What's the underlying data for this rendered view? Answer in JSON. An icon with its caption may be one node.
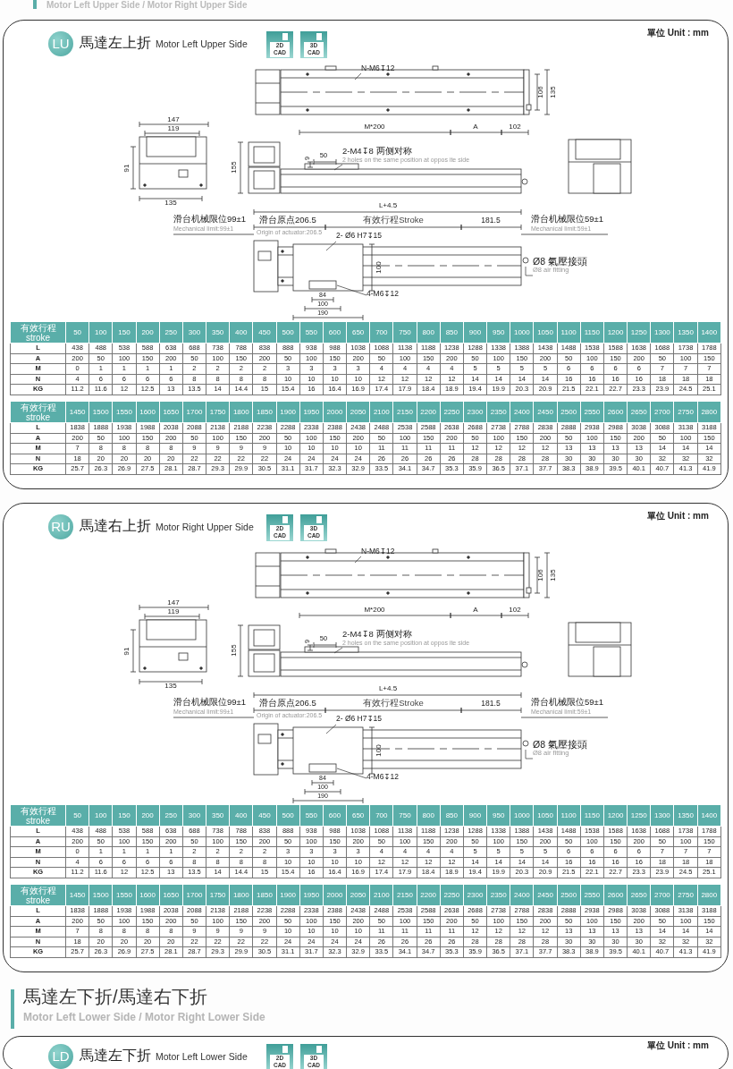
{
  "diagram": {
    "nodes": [
      {
        "text": [
          "馬達左上折",
          "Motor Left Upper Side",
          "單位 Unit : mm"
        ]
      },
      {
        "text": [
          "LU"
        ],
        "in": 0
      },
      {
        "text": [
          "2D CAD"
        ],
        "in": 0
      },
      {
        "text": [
          "3D CAD"
        ],
        "in": 0
      },
      {
        "text": [
          "N-M6↧12"
        ],
        "in": 0
      },
      {
        "text": [
          "2-M4↧8 两侧对称",
          "2 holes on the same position at oppos ite side"
        ],
        "in": 0
      },
      {
        "text": [
          "2- Ø6 H7↧15"
        ],
        "in": 0
      },
      {
        "text": [
          "4-M6↧12"
        ],
        "in": 0
      },
      {
        "text": [
          "Ø8 氣壓接頭",
          "Ø8 air fitting"
        ],
        "in": 0
      },
      {
        "text": [
          "馬達右上折",
          "Motor Right Upper Side",
          "單位 Unit : mm"
        ]
      },
      {
        "text": [
          "RU"
        ],
        "in": 9
      },
      {
        "text": [
          "2D CAD"
        ],
        "in": 9
      },
      {
        "text": [
          "3D CAD"
        ],
        "in": 9
      },
      {
        "text": [
          "N-M6↧12"
        ],
        "in": 9
      },
      {
        "text": [
          "2-M4↧8 两侧对称",
          "2 holes on the same position at oppos ite side"
        ],
        "in": 9
      },
      {
        "text": [
          "2- Ø6 H7↧15"
        ],
        "in": 9
      },
      {
        "text": [
          "4-M6↧12"
        ],
        "in": 9
      },
      {
        "text": [
          "Ø8 氣壓接頭",
          "Ø8 air fitting"
        ],
        "in": 9
      },
      {
        "text": [
          "馬達左下折",
          "Motor Left Lower Side",
          "單位 Unit : mm"
        ]
      },
      {
        "text": [
          "LD"
        ],
        "in": 18
      },
      {
        "text": [
          "2D CAD"
        ],
        "in": 18
      },
      {
        "text": [
          "3D CAD"
        ],
        "in": 18
      }
    ],
    "edges": [
      {
        "from": 4,
        "to": null,
        "arrow": "none"
      },
      {
        "from": 5,
        "to": null,
        "arrow": "none"
      },
      {
        "from": 6,
        "to": null,
        "arrow": "none"
      },
      {
        "from": 7,
        "to": null,
        "arrow": "none"
      },
      {
        "from": 8,
        "to": null,
        "arrow": "none"
      },
      {
        "from": 13,
        "to": null,
        "arrow": "none"
      },
      {
        "from": 14,
        "to": null,
        "arrow": "none"
      },
      {
        "from": 15,
        "to": null,
        "arrow": "none"
      },
      {
        "from": 16,
        "to": null,
        "arrow": "none"
      },
      {
        "from": 17,
        "to": null,
        "arrow": "none"
      }
    ],
    "labels": [
      "Motor Left Upper Side / Motor Right Upper Side",
      "147",
      "119",
      "91",
      "135",
      "106",
      "135",
      "M*200",
      "A",
      "102",
      "155",
      "9",
      "50",
      "L+4.5",
      "滑台机械限位99±1",
      "Mechanical limit:99±1",
      "滑台原点206.5",
      "Origin of actuator:206.5",
      "有效行程Stroke",
      "181.5",
      "滑台机械限位59±1",
      "Mechanical limit:59±1",
      "100",
      "84",
      "100",
      "190",
      "有效行程 stroke",
      "50",
      "100",
      "150",
      "200",
      "250",
      "300",
      "350",
      "400",
      "450",
      "500",
      "550",
      "600",
      "650",
      "700",
      "750",
      "800",
      "850",
      "900",
      "950",
      "1000",
      "1050",
      "1100",
      "1150",
      "1200",
      "1250",
      "1300",
      "1350",
      "1400",
      "L",
      "438",
      "488",
      "538",
      "588",
      "638",
      "688",
      "738",
      "788",
      "838",
      "888",
      "938",
      "988",
      "1038",
      "1088",
      "1138",
      "1188",
      "1238",
      "1288",
      "1338",
      "1388",
      "1438",
      "1488",
      "1538",
      "1588",
      "1638",
      "1688",
      "1738",
      "1788",
      "A",
      "200",
      "50",
      "100",
      "150",
      "200",
      "50",
      "100",
      "150",
      "200",
      "50",
      "100",
      "150",
      "200",
      "50",
      "100",
      "150",
      "200",
      "50",
      "100",
      "150",
      "200",
      "50",
      "100",
      "150",
      "200",
      "50",
      "100",
      "150",
      "M",
      "0",
      "1",
      "1",
      "1",
      "1",
      "2",
      "2",
      "2",
      "2",
      "3",
      "3",
      "3",
      "3",
      "4",
      "4",
      "4",
      "4",
      "5",
      "5",
      "5",
      "5",
      "6",
      "6",
      "6",
      "6",
      "7",
      "7",
      "7",
      "N",
      "4",
      "6",
      "6",
      "6",
      "6",
      "8",
      "8",
      "8",
      "8",
      "10",
      "10",
      "10",
      "10",
      "12",
      "12",
      "12",
      "12",
      "14",
      "14",
      "14",
      "14",
      "16",
      "16",
      "16",
      "16",
      "18",
      "18",
      "18",
      "KG",
      "11.2",
      "11.6",
      "12",
      "12.5",
      "13",
      "13.5",
      "14",
      "14.4",
      "15",
      "15.4",
      "16",
      "16.4",
      "16.9",
      "17.4",
      "17.9",
      "18.4",
      "18.9",
      "19.4",
      "19.9",
      "20.3",
      "20.9",
      "21.5",
      "22.1",
      "22.7",
      "23.3",
      "23.9",
      "24.5",
      "25.1",
      "有效行程 stroke",
      "1450",
      "1500",
      "1550",
      "1600",
      "1650",
      "1700",
      "1750",
      "1800",
      "1850",
      "1900",
      "1950",
      "2000",
      "2050",
      "2100",
      "2150",
      "2200",
      "2250",
      "2300",
      "2350",
      "2400",
      "2450",
      "2500",
      "2550",
      "2600",
      "2650",
      "2700",
      "2750",
      "2800",
      "L",
      "1838",
      "1888",
      "1938",
      "1988",
      "2038",
      "2088",
      "2138",
      "2188",
      "2238",
      "2288",
      "2338",
      "2388",
      "2438",
      "2488",
      "2538",
      "2588",
      "2638",
      "2688",
      "2738",
      "2788",
      "2838",
      "2888",
      "2938",
      "2988",
      "3038",
      "3088",
      "3138",
      "3188",
      "A",
      "200",
      "50",
      "100",
      "150",
      "200",
      "50",
      "100",
      "150",
      "200",
      "50",
      "100",
      "150",
      "200",
      "50",
      "100",
      "150",
      "200",
      "50",
      "100",
      "150",
      "200",
      "50",
      "100",
      "150",
      "200",
      "50",
      "100",
      "150",
      "M",
      "7",
      "8",
      "8",
      "8",
      "8",
      "9",
      "9",
      "9",
      "9",
      "10",
      "10",
      "10",
      "10",
      "11",
      "11",
      "11",
      "11",
      "12",
      "12",
      "12",
      "12",
      "13",
      "13",
      "13",
      "13",
      "14",
      "14",
      "14",
      "N",
      "18",
      "20",
      "20",
      "20",
      "20",
      "22",
      "22",
      "22",
      "22",
      "24",
      "24",
      "24",
      "24",
      "26",
      "26",
      "26",
      "26",
      "28",
      "28",
      "28",
      "28",
      "30",
      "30",
      "30",
      "30",
      "32",
      "32",
      "32",
      "KG",
      "25.7",
      "26.3",
      "26.9",
      "27.5",
      "28.1",
      "28.7",
      "29.3",
      "29.9",
      "30.5",
      "31.1",
      "31.7",
      "32.3",
      "32.9",
      "33.5",
      "34.1",
      "34.7",
      "35.3",
      "35.9",
      "36.5",
      "37.1",
      "37.7",
      "38.3",
      "38.9",
      "39.5",
      "40.1",
      "40.7",
      "41.3",
      "41.9",
      "147",
      "119",
      "91",
      "135",
      "106",
      "135",
      "M*200",
      "A",
      "102",
      "155",
      "9",
      "50",
      "L+4.5",
      "滑台机械限位99±1",
      "Mechanical limit:99±1",
      "滑台原点206.5",
      "Origin of actuator:206.5",
      "有效行程Stroke",
      "181.5",
      "滑台机械限位59±1",
      "Mechanical limit:59±1",
      "100",
      "84",
      "100",
      "190",
      "有效行程 stroke",
      "50",
      "100",
      "150",
      "200",
      "250",
      "300",
      "350",
      "400",
      "450",
      "500",
      "550",
      "600",
      "650",
      "700",
      "750",
      "800",
      "850",
      "900",
      "950",
      "1000",
      "1050",
      "1100",
      "1150",
      "1200",
      "1250",
      "1300",
      "1350",
      "1400",
      "L",
      "438",
      "488",
      "538",
      "588",
      "638",
      "688",
      "738",
      "788",
      "838",
      "888",
      "938",
      "988",
      "1038",
      "1088",
      "1138",
      "1188",
      "1238",
      "1288",
      "1338",
      "1388",
      "1438",
      "1488",
      "1538",
      "1588",
      "1638",
      "1688",
      "1738",
      "1788",
      "A",
      "200",
      "50",
      "100",
      "150",
      "200",
      "50",
      "100",
      "150",
      "200",
      "50",
      "100",
      "150",
      "200",
      "50",
      "100",
      "150",
      "200",
      "50",
      "100",
      "150",
      "200",
      "50",
      "100",
      "150",
      "200",
      "50",
      "100",
      "150",
      "M",
      "0",
      "1",
      "1",
      "1",
      "1",
      "2",
      "2",
      "2",
      "2",
      "3",
      "3",
      "3",
      "3",
      "4",
      "4",
      "4",
      "4",
      "5",
      "5",
      "5",
      "5",
      "6",
      "6",
      "6",
      "6",
      "7",
      "7",
      "7",
      "N",
      "4",
      "6",
      "6",
      "6",
      "6",
      "8",
      "8",
      "8",
      "8",
      "10",
      "10",
      "10",
      "10",
      "12",
      "12",
      "12",
      "12",
      "14",
      "14",
      "14",
      "14",
      "16",
      "16",
      "16",
      "16",
      "18",
      "18",
      "18",
      "KG",
      "11.2",
      "11.6",
      "12",
      "12.5",
      "13",
      "13.5",
      "14",
      "14.4",
      "15",
      "15.4",
      "16",
      "16.4",
      "16.9",
      "17.4",
      "17.9",
      "18.4",
      "18.9",
      "19.4",
      "19.9",
      "20.3",
      "20.9",
      "21.5",
      "22.1",
      "22.7",
      "23.3",
      "23.9",
      "24.5",
      "25.1",
      "有效行程 stroke",
      "1450",
      "1500",
      "1550",
      "1600",
      "1650",
      "1700",
      "1750",
      "1800",
      "1850",
      "1900",
      "1950",
      "2000",
      "2050",
      "2100",
      "2150",
      "2200",
      "2250",
      "2300",
      "2350",
      "2400",
      "2450",
      "2500",
      "2550",
      "2600",
      "2650",
      "2700",
      "2750",
      "2800",
      "L",
      "1838",
      "1888",
      "1938",
      "1988",
      "2038",
      "2088",
      "2138",
      "2188",
      "2238",
      "2288",
      "2338",
      "2388",
      "2438",
      "2488",
      "2538",
      "2588",
      "2638",
      "2688",
      "2738",
      "2788",
      "2838",
      "2888",
      "2938",
      "2988",
      "3038",
      "3088",
      "3138",
      "3188",
      "A",
      "200",
      "50",
      "100",
      "150",
      "200",
      "50",
      "100",
      "150",
      "200",
      "50",
      "100",
      "150",
      "200",
      "50",
      "100",
      "150",
      "200",
      "50",
      "100",
      "150",
      "200",
      "50",
      "100",
      "150",
      "200",
      "50",
      "100",
      "150",
      "M",
      "7",
      "8",
      "8",
      "8",
      "8",
      "9",
      "9",
      "9",
      "9",
      "10",
      "10",
      "10",
      "10",
      "11",
      "11",
      "11",
      "11",
      "12",
      "12",
      "12",
      "12",
      "13",
      "13",
      "13",
      "13",
      "14",
      "14",
      "14",
      "N",
      "18",
      "20",
      "20",
      "20",
      "20",
      "22",
      "22",
      "22",
      "22",
      "24",
      "24",
      "24",
      "24",
      "26",
      "26",
      "26",
      "26",
      "28",
      "28",
      "28",
      "28",
      "30",
      "30",
      "30",
      "30",
      "32",
      "32",
      "32",
      "KG",
      "25.7",
      "26.3",
      "26.9",
      "27.5",
      "28.1",
      "28.7",
      "29.3",
      "29.9",
      "30.5",
      "31.1",
      "31.7",
      "32.3",
      "32.9",
      "33.5",
      "34.1",
      "34.7",
      "35.3",
      "35.9",
      "36.5",
      "37.1",
      "37.7",
      "38.3",
      "38.9",
      "39.5",
      "40.1",
      "40.7",
      "41.3",
      "41.9",
      "馬達左下折/馬達右下折",
      "Motor Left Lower Side / Motor Right Lower Side"
    ]
  }
}
